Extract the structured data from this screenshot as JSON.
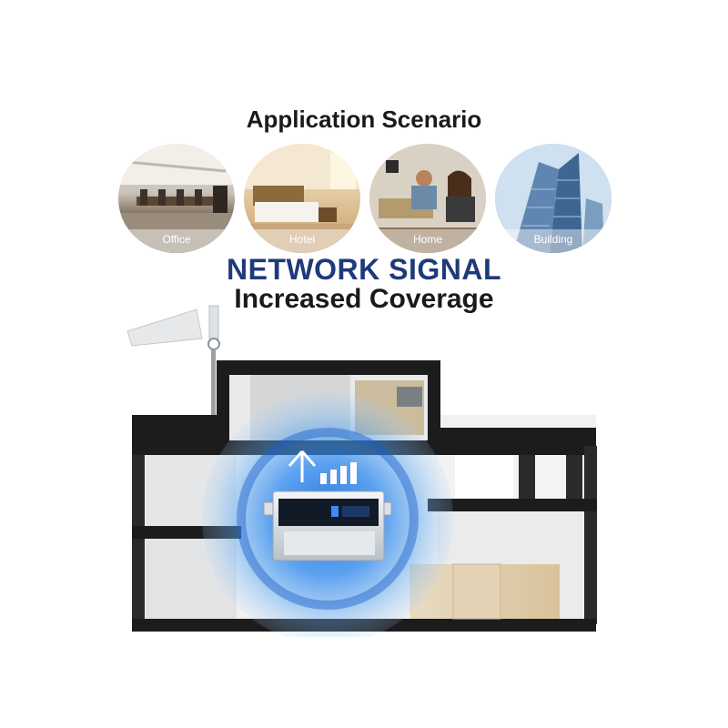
{
  "header": {
    "title": "Application Scenario"
  },
  "scenarios": [
    {
      "label": "Office"
    },
    {
      "label": "Hotel"
    },
    {
      "label": "Home"
    },
    {
      "label": "Building"
    }
  ],
  "headline": {
    "line1": "NETWORK SIGNAL",
    "line2": "Increased Coverage"
  },
  "colors": {
    "headline_blue": "#1e3a7a",
    "signal_blue": "#1f6fe0"
  }
}
